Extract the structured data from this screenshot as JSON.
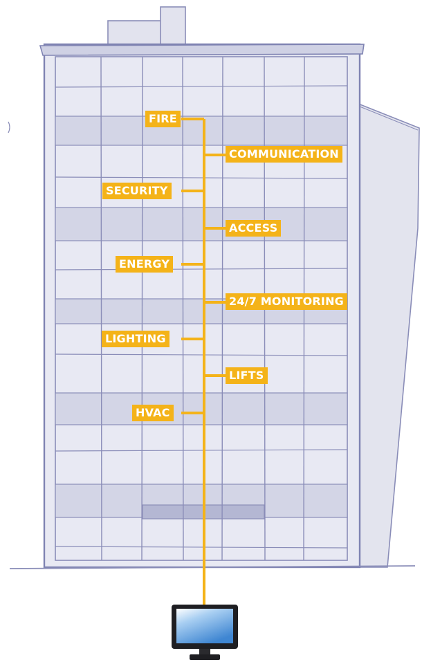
{
  "labels_left": {
    "fire": "FIRE",
    "security": "SECURITY",
    "energy": "ENERGY",
    "lighting": "LIGHTING",
    "hvac": "HVAC"
  },
  "labels_right": {
    "communication": "COMMUNICATION",
    "access": "ACCESS",
    "monitoring": "24/7 MONITORING",
    "lifts": "LIFTS"
  },
  "colors": {
    "accent": "#f4b319",
    "sketch": "#7f83b2",
    "facade_fill": "#e6e7f1",
    "band_fill": "#d4d6e6",
    "monitor_screen": "#4d8fd6"
  },
  "icons": {
    "building": "building-sketch",
    "monitor": "computer-monitor-icon"
  }
}
